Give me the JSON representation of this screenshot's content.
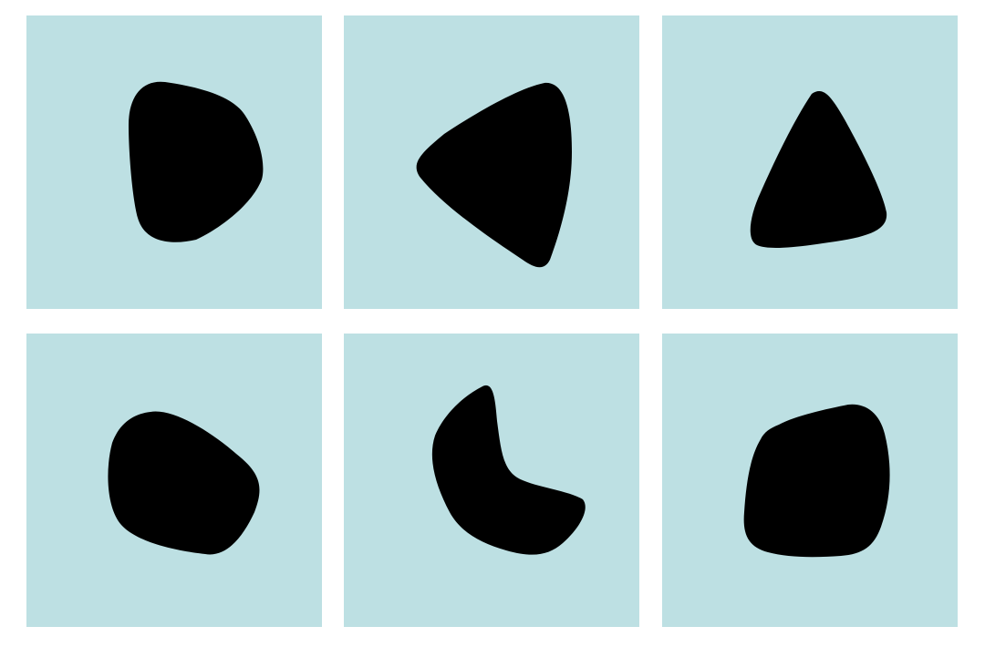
{
  "colors": {
    "page_background": "#ffffff",
    "tile_background": "#bde0e3",
    "shape_fill": "#000000"
  },
  "grid": {
    "rows": 2,
    "columns": 3
  },
  "tiles": [
    {
      "shape": "rounded-blob"
    },
    {
      "shape": "rounded-triangle"
    },
    {
      "shape": "rounded-triangle"
    },
    {
      "shape": "rounded-blob"
    },
    {
      "shape": "crescent-blob"
    },
    {
      "shape": "rounded-square"
    }
  ]
}
